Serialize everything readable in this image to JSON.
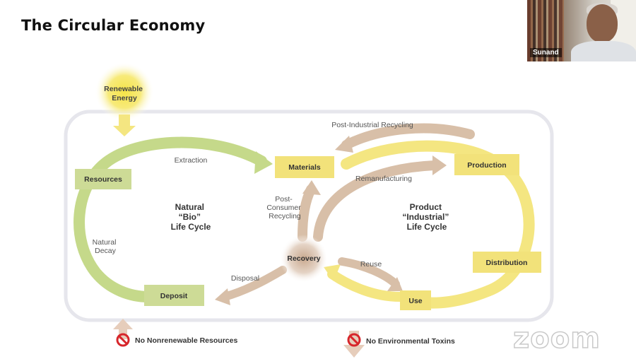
{
  "slide": {
    "title": "The Circular Economy"
  },
  "diagram": {
    "renewable_energy": [
      "Renewable",
      "Energy"
    ],
    "extraction": "Extraction",
    "resources": "Resources",
    "materials": "Materials",
    "production": "Production",
    "post_industrial": "Post-Industrial Recycling",
    "remanufacturing": "Remanufacturing",
    "natural_cycle": [
      "Natural",
      "“Bio”",
      "Life Cycle"
    ],
    "industrial_cycle": [
      "Product",
      "“Industrial”",
      "Life Cycle"
    ],
    "post_consumer": [
      "Post-",
      "Consumer",
      "Recycling"
    ],
    "natural_decay": [
      "Natural",
      "Decay"
    ],
    "recovery": "Recovery",
    "reuse": "Reuse",
    "distribution": "Distribution",
    "disposal": "Disposal",
    "deposit": "Deposit",
    "use": "Use",
    "no_nonrenewable": "No Nonrenewable Resources",
    "no_toxins": "No Environmental Toxins"
  },
  "colors": {
    "green_loop": "#c5d98a",
    "yellow_loop": "#f4e681",
    "label_green": "#cddb96",
    "label_yellow": "#f2e27a",
    "brown_arrow": "#d8bfa8",
    "outline": "#e6e6ec",
    "no_sign": "#d7262b"
  },
  "video": {
    "participant_name": "Sunand"
  },
  "branding": {
    "watermark": "zoom"
  }
}
